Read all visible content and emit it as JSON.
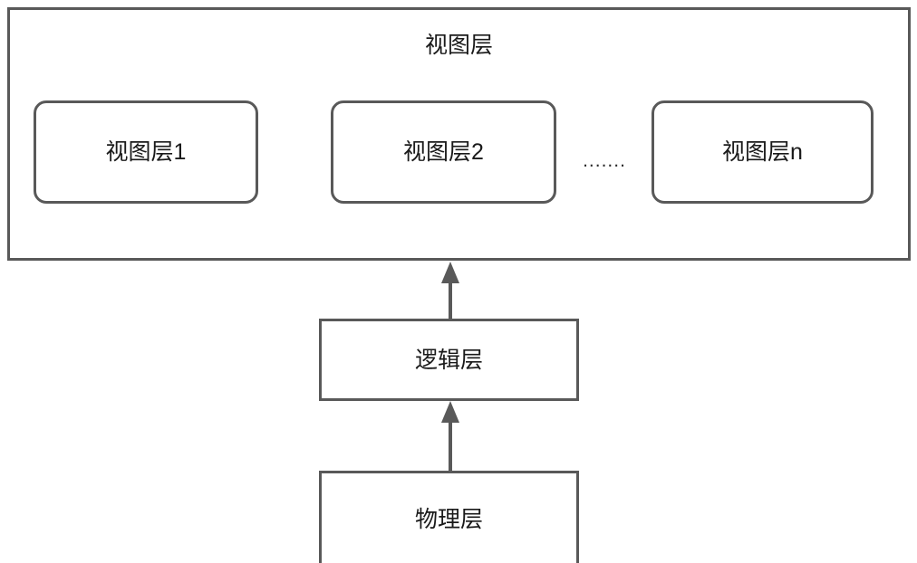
{
  "diagram": {
    "title": "视图层",
    "view_container": {
      "label": "视图层",
      "children": [
        {
          "label": "视图层1"
        },
        {
          "label": "视图层2"
        },
        {
          "label": "视图层n"
        }
      ],
      "ellipsis": "......."
    },
    "logic_layer": {
      "label": "逻辑层"
    },
    "physical_layer": {
      "label": "物理层"
    },
    "arrows": [
      {
        "name": "logic-to-view",
        "direction": "up"
      },
      {
        "name": "physical-to-logic",
        "direction": "up"
      }
    ],
    "colors": {
      "stroke": "#595959",
      "text": "#1a1a1a",
      "background": "#ffffff"
    }
  }
}
